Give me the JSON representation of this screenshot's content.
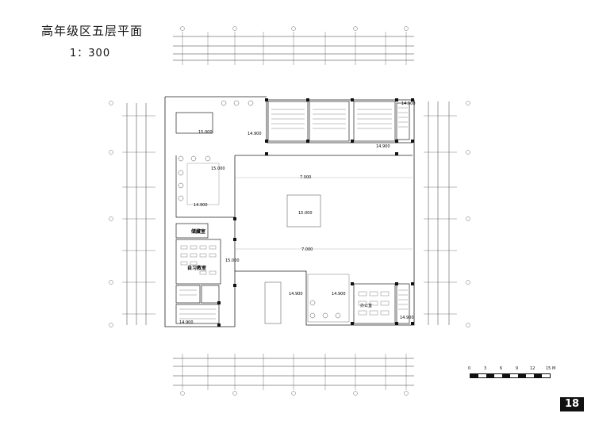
{
  "header": {
    "title": "高年级区五层平面",
    "scale": "1：300"
  },
  "rooms": {
    "storage": "储藏室",
    "selfstudy": "自习教室",
    "office": "办公室"
  },
  "elevations": {
    "e1": "15.000",
    "e2": "14.900",
    "e3": "14.900",
    "e4": "14.900",
    "e5": "7.000",
    "e6": "15.000",
    "e7": "7.000",
    "e8": "14.900",
    "e9": "15.000",
    "e10": "14.900",
    "e11": "14.900",
    "e12": "14.900",
    "e13": "14.900",
    "e14": "15.000"
  },
  "scalebar": {
    "t0": "0",
    "t1": "3",
    "t2": "6",
    "t3": "9",
    "t4": "12",
    "t5": "15 M"
  },
  "page_number": "18"
}
